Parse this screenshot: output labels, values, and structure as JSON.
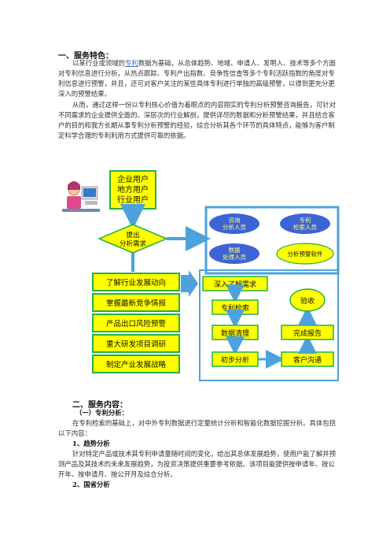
{
  "section1": {
    "title": "一、服务特色：",
    "p1_before": "以某行业或领域的",
    "p1_link": "专利",
    "p1_after": "数据为基础，从总体趋势、地域、申请人、发明人、技术等多个方面对专利信息进行分析，从热点跟踪、专利产出指数、竞争性信查等多个专利活跃指数的角度对专利信息进行预警，并且，还可对客户关注的某些具体专利进行单独的高级预警，以得到更充分更深入的预警结果。",
    "p2": "从而，通过这样一份以专利核心价值为着眼点的内容翔实的专利分析预警咨询报告，可针对不同需求的企业提供全面的、深层次的行业解剖，提供详尽的数据和分析预警结果，并且结合客户的目的和我方长期从事专利分析预警的经验，综合分析其各个环节的具体特点，能够为客户制定科学合理的专利利用方式提供可靠的依据。"
  },
  "flowchart": {
    "users": [
      "企业用户",
      "地方用户",
      "行业用户"
    ],
    "needs": [
      "提出",
      "分析需求"
    ],
    "staff": [
      [
        "咨询",
        "分析人员"
      ],
      [
        "专利",
        "检索人员"
      ],
      [
        "数据",
        "处理人员"
      ],
      [
        "分析预警软件"
      ]
    ],
    "purposes": [
      "了解行业发展动向",
      "掌握最新竞争情报",
      "产品出口风险预警",
      "重大研发项目调研",
      "制定产业发展战略"
    ],
    "steps": {
      "understand": "深入了解需求",
      "search": "专利检索",
      "clean": "数据清理",
      "analysis": "初步分析",
      "communicate": "客户沟通",
      "report": "完成报告",
      "accept": "验收"
    },
    "colors": {
      "yellow": "#ffff00",
      "green": "#22b04b",
      "blue": "#4a6fc4",
      "blue_shape": "#3d63d6",
      "frame": "#4da2dd"
    }
  },
  "section2": {
    "title": "二、服务内容：",
    "sub1": "（一）专利分析：",
    "p1": "在专利检索的基础上，对中外专利数据进行定量统计分析和智能化数据挖掘分析。具体包括以下内容：",
    "item1": "1、趋势分析",
    "item1_text": "针对特定产品或技术其专利申请量随时间的变化，给出其总体发展趋势，使用户能了解并预测产品及其技术的未来发展趋势，为投资决策提供重要参考依据。该项目能提供按申请年、按公开年、按申请月、按公开月及综合分析。",
    "item2": "2、国省分析"
  }
}
